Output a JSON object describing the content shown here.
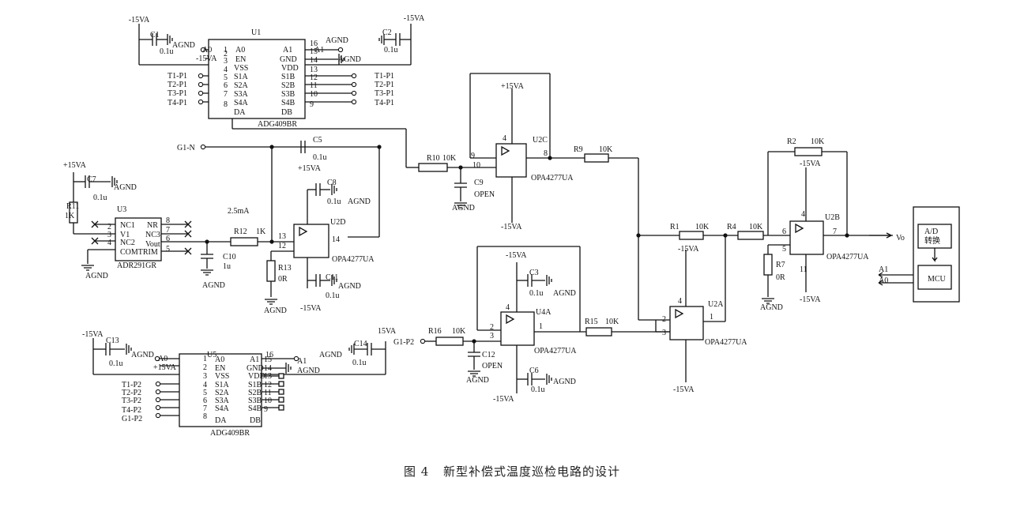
{
  "caption": {
    "figure_no": "图 4",
    "title": "新型补偿式温度巡检电路的设计"
  },
  "labels": [
    "-15VA",
    "C1",
    "0.1u",
    "AGND",
    "A0",
    "-15VA",
    "U1",
    "16",
    "1",
    "2",
    "3",
    "4",
    "5",
    "6",
    "7",
    "8",
    "15",
    "14",
    "13",
    "12",
    "11",
    "10",
    "9",
    "A1",
    "AGND",
    "AGND",
    "C2",
    "0.1u",
    "-15VA",
    "A0",
    "A1",
    "EN",
    "GND",
    "VSS",
    "VDD",
    "S1A",
    "S1B",
    "S2A",
    "S2B",
    "S3A",
    "S3B",
    "S4A",
    "S4B",
    "DA",
    "DB",
    "ADG409BR",
    "T1-P1",
    "T2-P1",
    "T3-P1",
    "T4-P1",
    "T1-P1",
    "T2-P1",
    "T3-P1",
    "T4-P1",
    "G1-N",
    "C5",
    "0.1u",
    "+15VA",
    "C8",
    "0.1u",
    "AGND",
    "2.5mA",
    "R12",
    "1K",
    "13",
    "12",
    "14",
    "U2D",
    "OPA4277UA",
    "R13",
    "0R",
    "C10",
    "1u",
    "AGND",
    "AGND",
    "C11",
    "0.1u",
    "AGND",
    "-15VA",
    "+15VA",
    "C7",
    "0.1u",
    "AGND",
    "R11",
    "1K",
    "U3",
    "NC1",
    "V1",
    "NC2",
    "NR",
    "NC3",
    "Vout",
    "COMTRIM",
    "ADR291GR",
    "2",
    "3",
    "4",
    "8",
    "7",
    "6",
    "5",
    "AGND",
    "R10",
    "10K",
    "9",
    "10",
    "8",
    "4",
    "U2C",
    "OPA4277UA",
    "C9",
    "OPEN",
    "AGND",
    "+15VA",
    "-15VA",
    "R9",
    "10K",
    "R1",
    "10K",
    "R4",
    "10K",
    "-15VA",
    "4",
    "U2A",
    "2",
    "3",
    "1",
    "OPA4277UA",
    "-15VA",
    "R2",
    "10K",
    "-15VA",
    "U2B",
    "6",
    "5",
    "7",
    "4",
    "11",
    "OPA4277UA",
    "R7",
    "0R",
    "AGND",
    "-15VA",
    "Vo",
    "A/D",
    "转换",
    "MCU",
    "A1",
    "A0",
    "-15VA",
    "C3",
    "0.1u",
    "AGND",
    "4",
    "U4A",
    "2",
    "3",
    "1",
    "OPA4277UA",
    "C6",
    "0.1u",
    "AGND",
    "-15VA",
    "R16",
    "10K",
    "G1-P2",
    "15VA",
    "C12",
    "OPEN",
    "AGND",
    "R15",
    "10K",
    "-15VA",
    "C13",
    "0.1u",
    "AGND",
    "A0",
    "+15VA",
    "U5",
    "16",
    "1",
    "2",
    "3",
    "4",
    "5",
    "6",
    "7",
    "8",
    "15",
    "14",
    "13",
    "12",
    "11",
    "10",
    "9",
    "A1",
    "AGND",
    "AGND",
    "C14",
    "0.1u",
    "A0",
    "A1",
    "EN",
    "GND",
    "VSS",
    "VDD",
    "S1A",
    "S1B",
    "S2A",
    "S2B",
    "S3A",
    "S3B",
    "S4A",
    "S4B",
    "DA",
    "DB",
    "ADG409BR",
    "T1-P2",
    "T2-P2",
    "T3-P2",
    "T4-P2",
    "G1-P2"
  ]
}
